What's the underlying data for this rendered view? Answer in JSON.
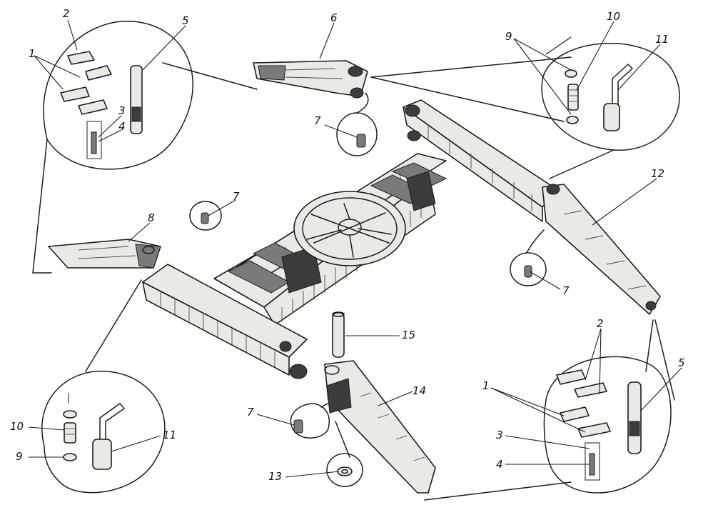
{
  "callouts": [
    {
      "id": "c1a",
      "text": "1"
    },
    {
      "id": "c2a",
      "text": "2"
    },
    {
      "id": "c3a",
      "text": "3"
    },
    {
      "id": "c4a",
      "text": "4"
    },
    {
      "id": "c5a",
      "text": "5"
    },
    {
      "id": "c6",
      "text": "6"
    },
    {
      "id": "c7a",
      "text": "7"
    },
    {
      "id": "c7b",
      "text": "7"
    },
    {
      "id": "c7c",
      "text": "7"
    },
    {
      "id": "c7d",
      "text": "7"
    },
    {
      "id": "c8",
      "text": "8"
    },
    {
      "id": "c9a",
      "text": "9"
    },
    {
      "id": "c10a",
      "text": "10"
    },
    {
      "id": "c11a",
      "text": "11"
    },
    {
      "id": "c12",
      "text": "12"
    },
    {
      "id": "c2b",
      "text": "2"
    },
    {
      "id": "c5b",
      "text": "5"
    },
    {
      "id": "c1b",
      "text": "1"
    },
    {
      "id": "c3b",
      "text": "3"
    },
    {
      "id": "c4b",
      "text": "4"
    },
    {
      "id": "c15",
      "text": "15"
    },
    {
      "id": "c14",
      "text": "14"
    },
    {
      "id": "c13",
      "text": "13"
    },
    {
      "id": "c10b",
      "text": "10"
    },
    {
      "id": "c9b",
      "text": "9"
    },
    {
      "id": "c11b",
      "text": "11"
    }
  ]
}
